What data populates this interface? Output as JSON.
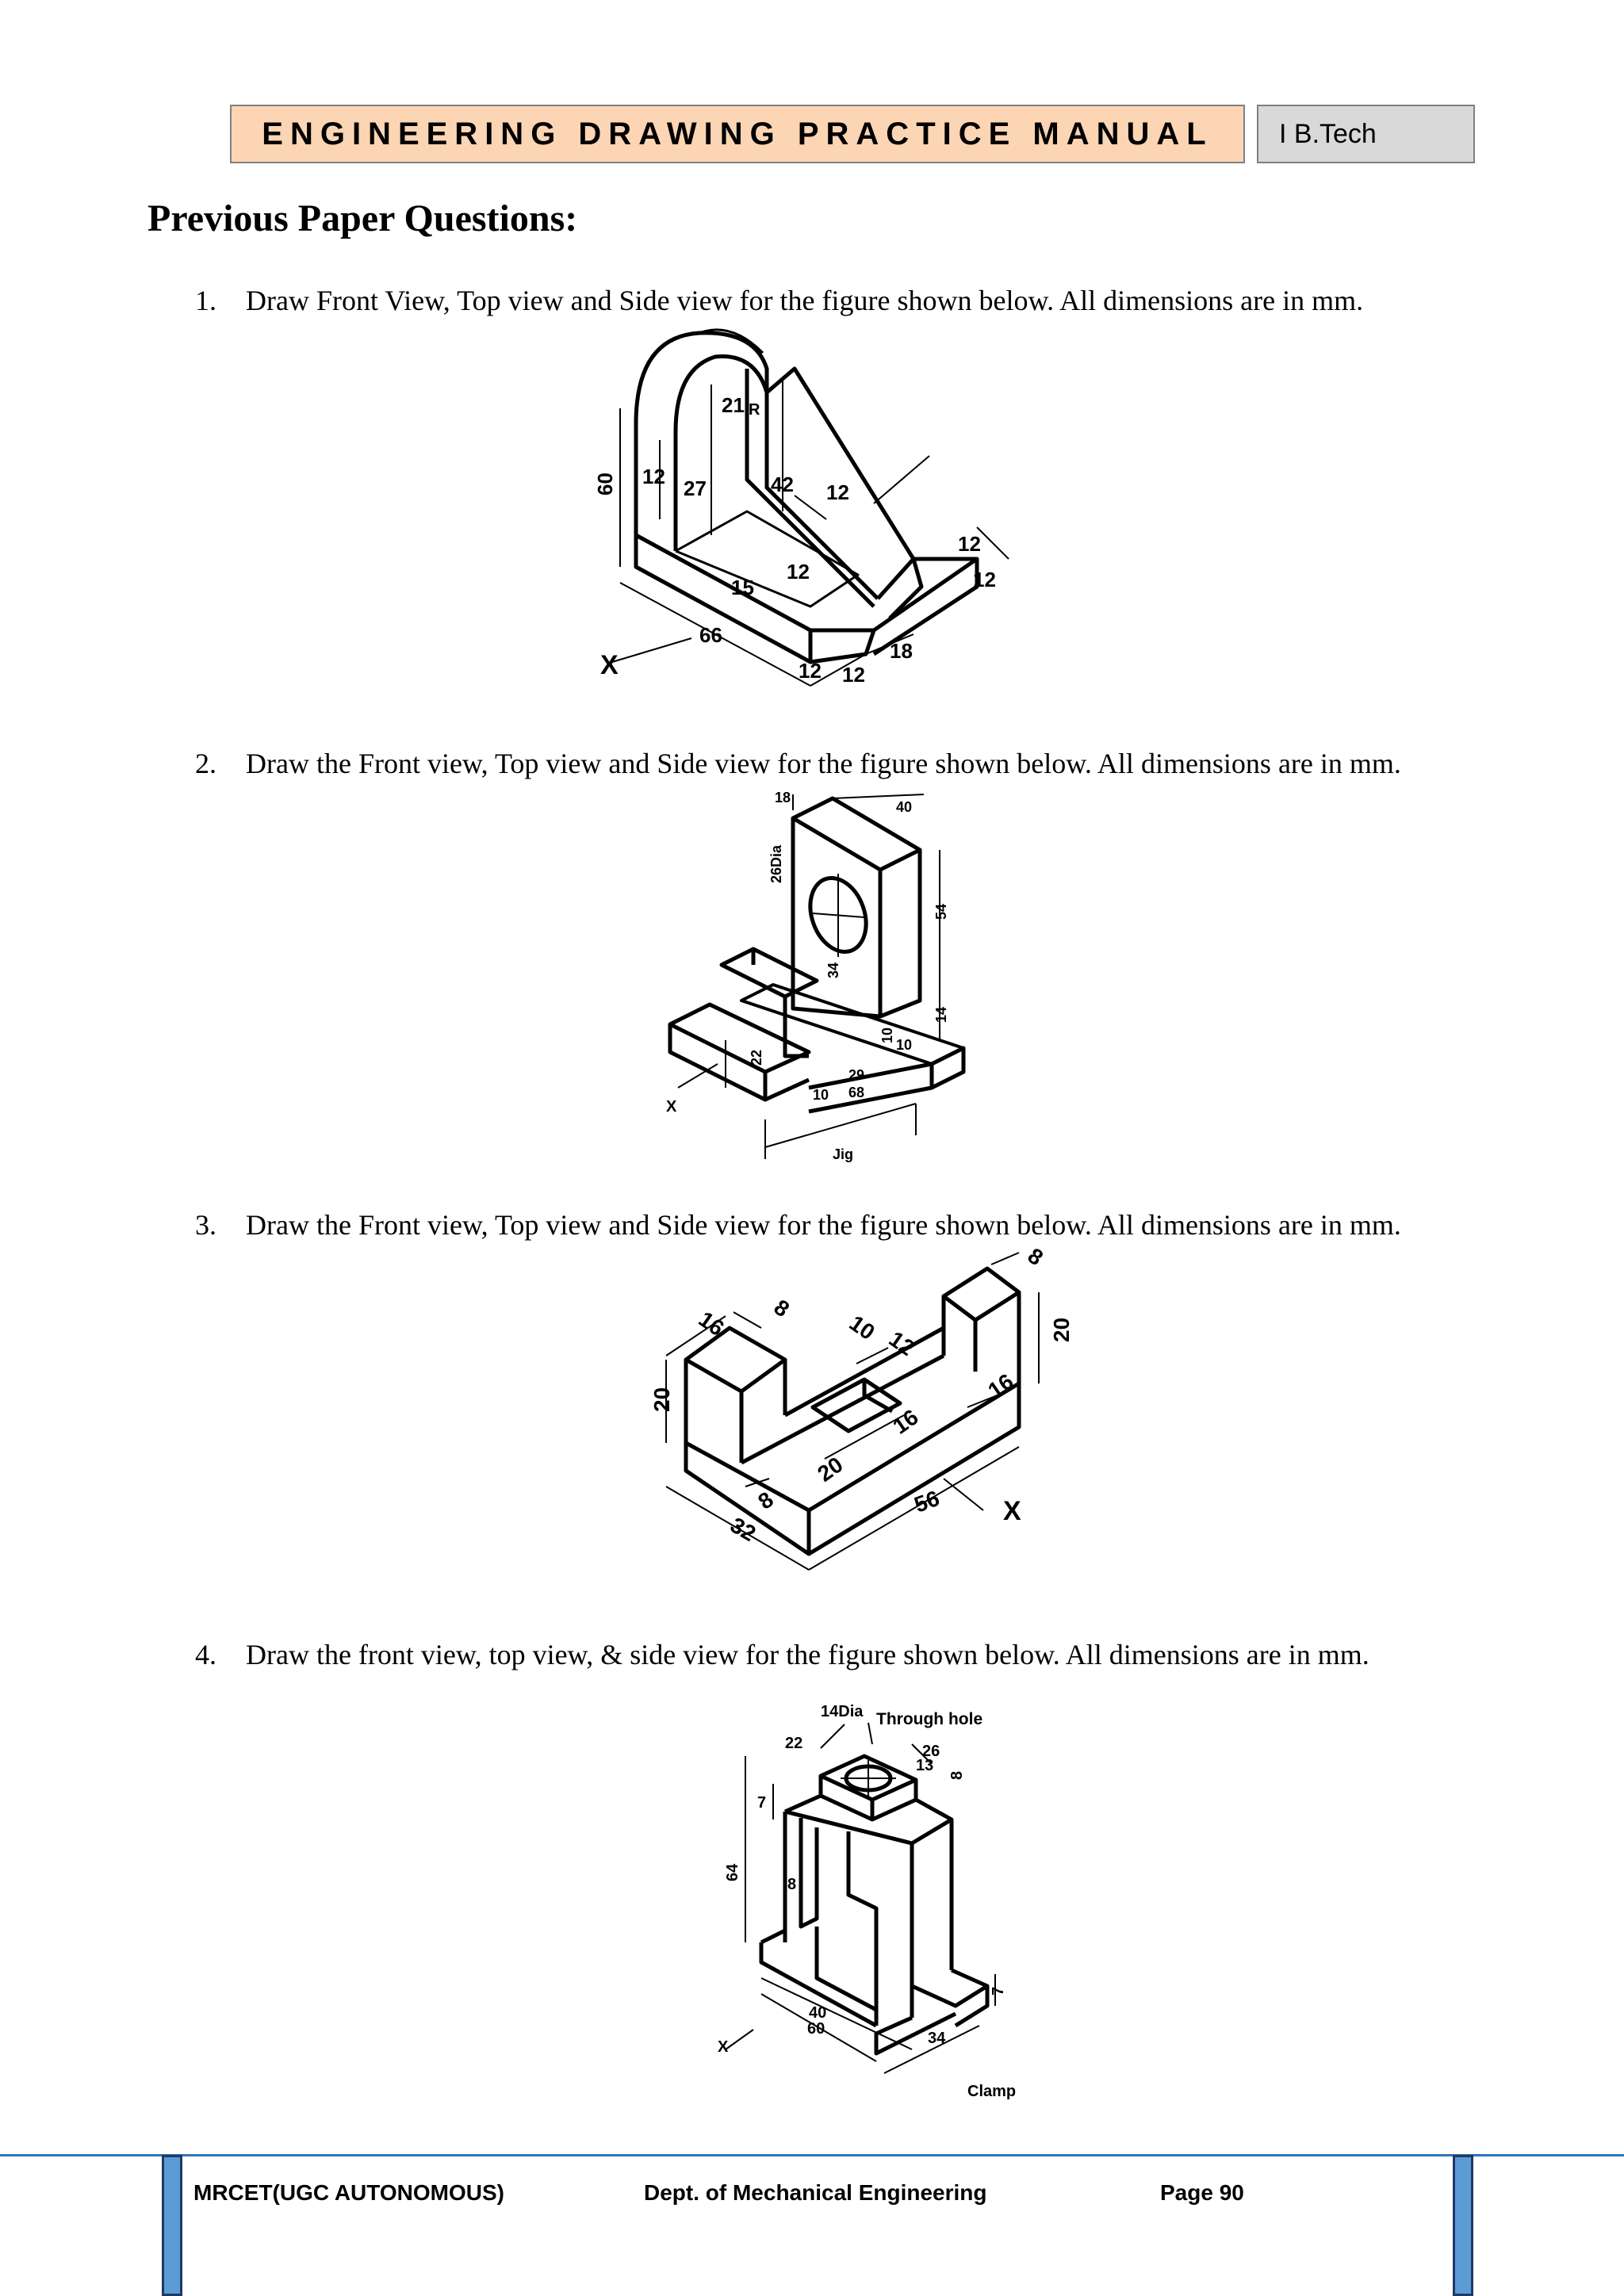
{
  "header": {
    "title": "ENGINEERING DRAWING PRACTICE MANUAL",
    "course": "I B.Tech"
  },
  "heading": "Previous Paper Questions:",
  "questions": [
    {
      "num": "1.",
      "text": "Draw Front View, Top view and Side view for the figure shown below. All dimensions are in mm."
    },
    {
      "num": "2.",
      "text": "Draw the Front view, Top view and Side view for the figure shown below. All dimensions are in mm."
    },
    {
      "num": "3.",
      "text": "Draw the Front view, Top view and Side view for the figure shown below. All dimensions are in mm."
    },
    {
      "num": "4.",
      "text": "Draw the front view, top view, & side view for the figure shown below. All dimensions are in mm."
    }
  ],
  "figures": {
    "fig1": {
      "dims": [
        "60",
        "12",
        "27",
        "21",
        "R",
        "42",
        "12",
        "12",
        "12",
        "15",
        "12",
        "66",
        "12",
        "12",
        "18"
      ],
      "axis": "X"
    },
    "fig2": {
      "dims": [
        "18",
        "40",
        "26Dia",
        "54",
        "34",
        "14",
        "10",
        "10",
        "22",
        "10",
        "29",
        "68"
      ],
      "axis": "X",
      "caption": "Jig"
    },
    "fig3": {
      "dims": [
        "16",
        "8",
        "10",
        "12",
        "8",
        "20",
        "20",
        "16",
        "16",
        "20",
        "8",
        "56",
        "32"
      ],
      "axis": "X"
    },
    "fig4": {
      "dims": [
        "14Dia",
        "Through hole",
        "22",
        "26",
        "13",
        "8",
        "7",
        "64",
        "8",
        "7",
        "40",
        "60",
        "34"
      ],
      "axis": "X",
      "caption": "Clamp"
    }
  },
  "footer": {
    "institution": "MRCET(UGC AUTONOMOUS)",
    "department": "Dept. of Mechanical Engineering",
    "page": "Page 90"
  }
}
